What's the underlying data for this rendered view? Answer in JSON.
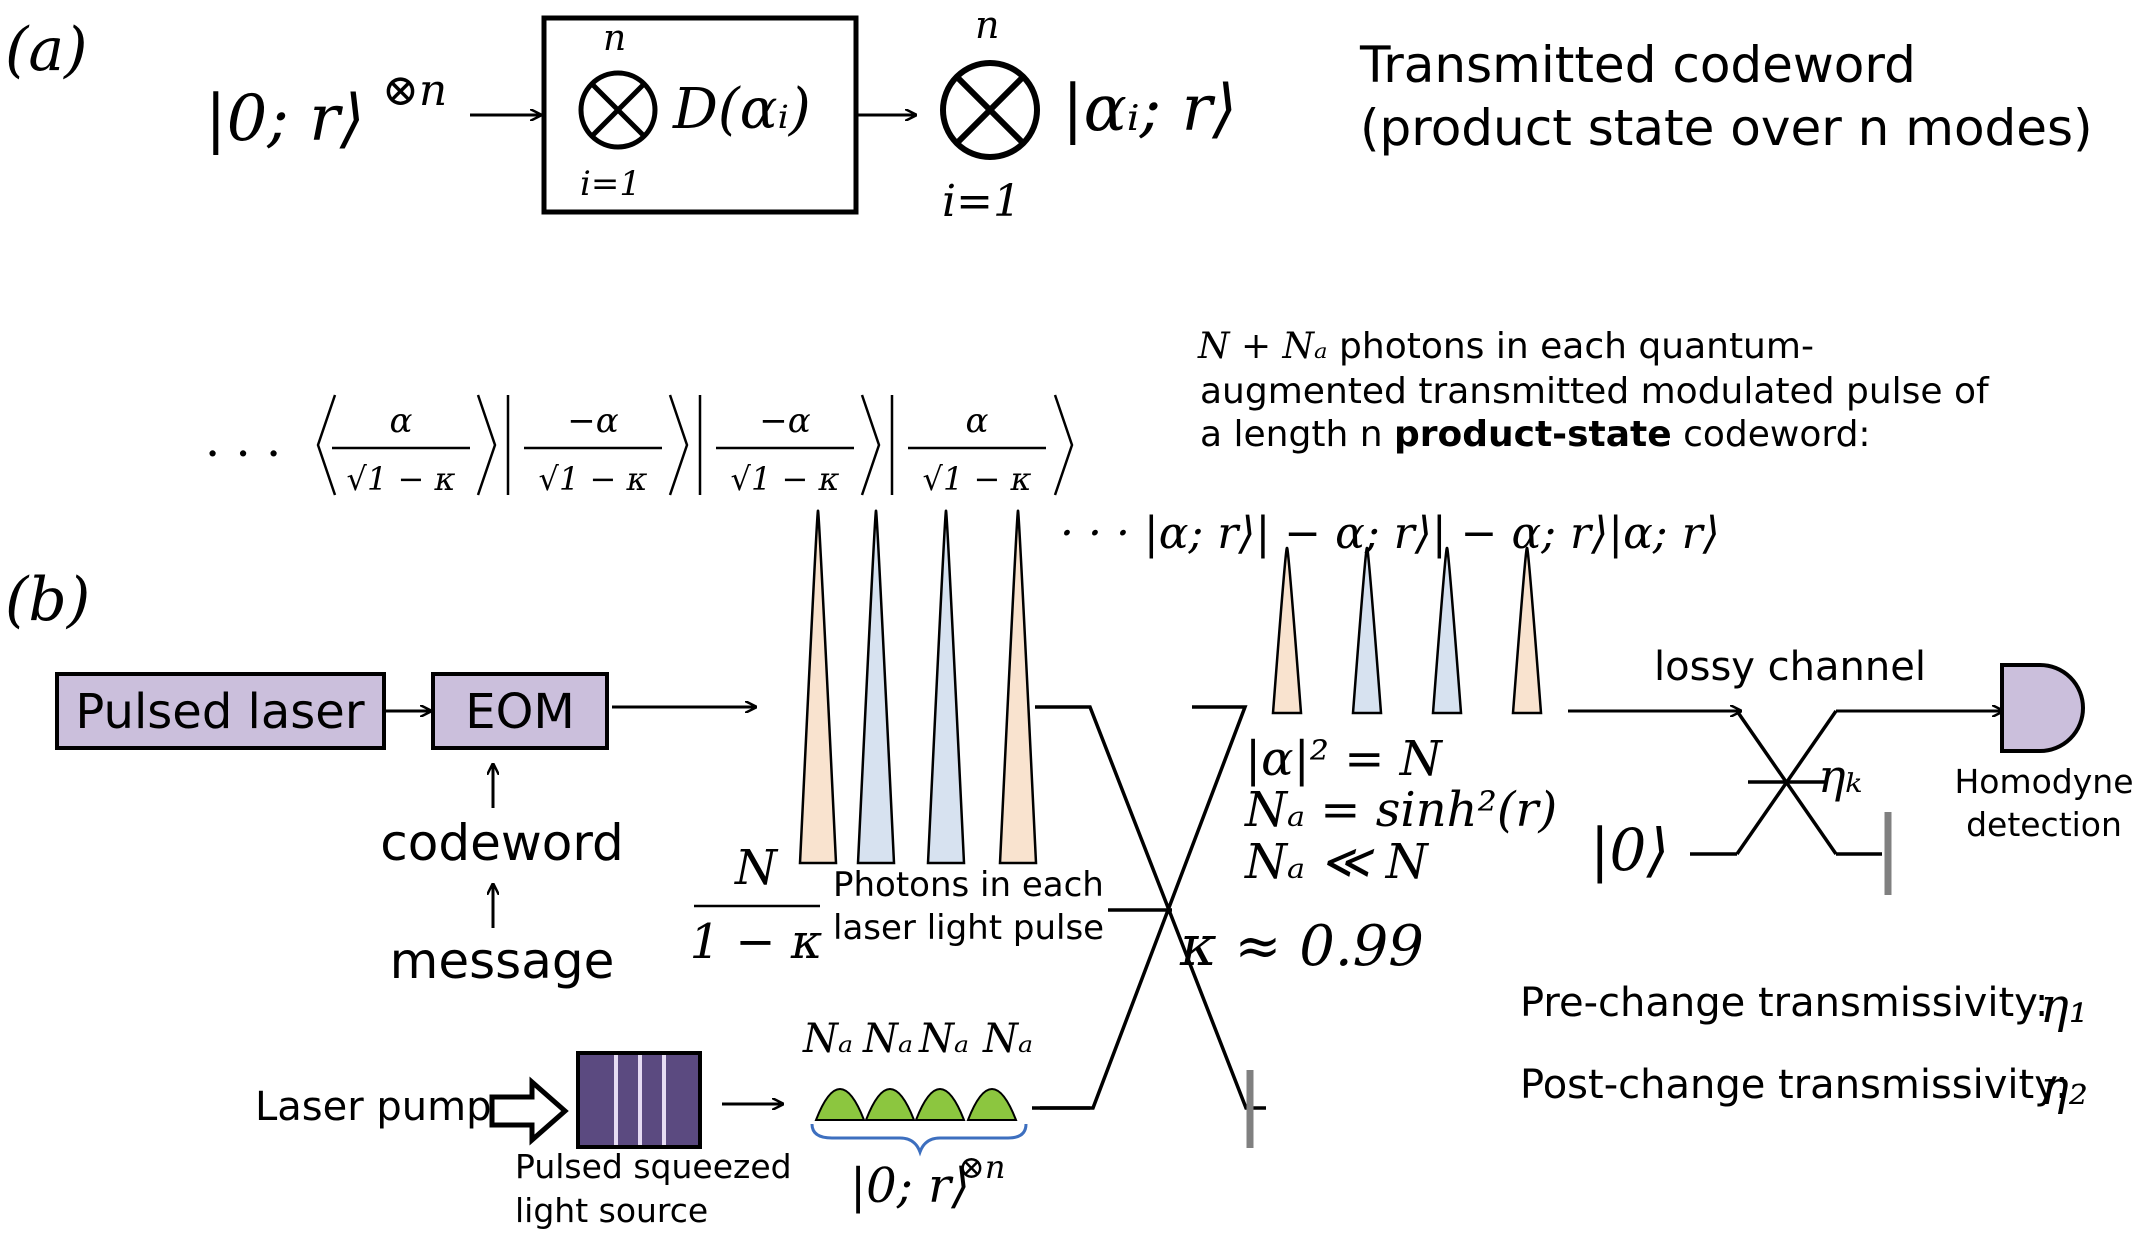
{
  "panel_a": {
    "label": "(a)",
    "input_state": "|0; r⟩",
    "input_power": "⊗n",
    "box_upper": "n",
    "box_op": "D(αᵢ)",
    "box_lower": "i=1",
    "out_upper": "n",
    "out_state": "|αᵢ; r⟩",
    "out_lower": "i=1",
    "note_line1": "Transmitted codeword",
    "note_line2": "(product state over n modes)"
  },
  "panel_b": {
    "label": "(b)",
    "laser_label": "Pulsed laser",
    "eom_label": "EOM",
    "codeword": "codeword",
    "message": "message",
    "top_ellipsis": "· · ·",
    "top_num": [
      "α",
      "−α",
      "−α",
      "α"
    ],
    "top_den": "√1 − κ",
    "mid_states": "· · · |α; r⟩| − α; r⟩| − α; r⟩|α; r⟩",
    "photon_frac_num": "N",
    "photon_frac_den": "1 − κ",
    "photons_laser_1": "Photons in each",
    "photons_laser_2": "laser light pulse",
    "kappa": "κ ≈ 0.99",
    "eq1": "|α|² = N",
    "eq2": "Nₐ = sinh²(r)",
    "eq3": "Nₐ ≪ N",
    "desc_math": "N + Nₐ",
    "desc_1": " photons in each quantum-",
    "desc_2": "augmented transmitted modulated pulse of",
    "desc_3a": "a length n ",
    "desc_3b": "product-state",
    "desc_3c": " codeword:",
    "lossy": "lossy channel",
    "eta_k": "ηₖ",
    "vac": "|0⟩",
    "detector_1": "Homodyne",
    "detector_2": "detection",
    "pump": "Laser pump",
    "source_1": "Pulsed squeezed",
    "source_2": "light source",
    "na_labels": [
      "Nₐ",
      "Nₐ",
      "Nₐ",
      "Nₐ"
    ],
    "squeezed_state": "|0; r⟩",
    "squeezed_power": "⊗n",
    "pre_label": "Pre-change transmissivity:",
    "pre_sym": "η₁",
    "post_label": "Post-change transmissivity:",
    "post_sym": "η₂"
  },
  "colors": {
    "box_fill": "#cbbfdc",
    "pulse_orange": "#f9e3cf",
    "pulse_blue": "#d7e2f0",
    "squeezed_green": "#8cc63f",
    "source_fill": "#5b4a80",
    "brace_blue": "#3d6fbf",
    "dump_gray": "#808080"
  }
}
